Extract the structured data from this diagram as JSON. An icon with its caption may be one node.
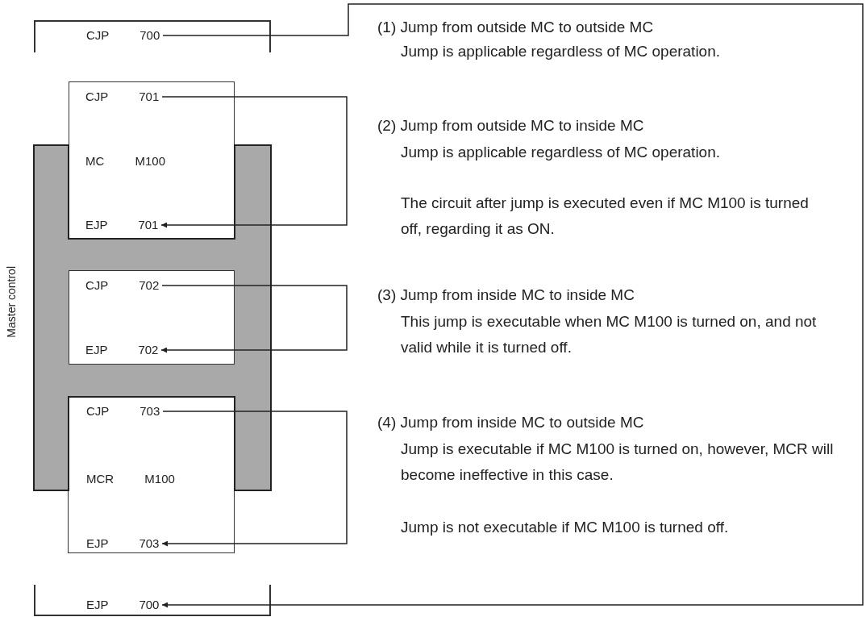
{
  "diagram": {
    "nodes": [
      {
        "text": [],
        "shape": "bracket"
      },
      {
        "text": [
          "CJP 700"
        ],
        "in": 0
      },
      {
        "text": [],
        "shape": "box"
      },
      {
        "text": [
          "CJP 701"
        ],
        "in": 2
      },
      {
        "text": [
          "Master control"
        ]
      },
      {
        "text": [
          "MC M100"
        ],
        "in": 2
      },
      {
        "text": [
          "EJP 701"
        ],
        "in": 2
      },
      {
        "text": [],
        "shape": "box",
        "in": 4
      },
      {
        "text": [
          "CJP 702"
        ],
        "in": 7
      },
      {
        "text": [
          "EJP 702"
        ],
        "in": 7
      },
      {
        "text": [],
        "shape": "box"
      },
      {
        "text": [
          "CJP 703"
        ],
        "in": 10
      },
      {
        "text": [
          "MCR M100"
        ],
        "in": 10
      },
      {
        "text": [
          "EJP 703"
        ],
        "in": 10
      },
      {
        "text": [],
        "shape": "bracket"
      },
      {
        "text": [
          "EJP 700"
        ],
        "in": 14
      },
      {
        "text": [
          "(1) Jump from outside MC to outside MC",
          "Jump is applicable regardless of MC operation.",
          "(2) Jump from outside MC to inside MC",
          "Jump is applicable regardless of MC operation.",
          "The circuit after jump is executed even if MC M100 is turned off, regarding it as ON.",
          "(3) Jump from inside MC to inside MC",
          "This jump is executable when MC M100 is turned on, and not valid while it is turned off.",
          "(4) Jump from inside MC to outside MC",
          "Jump is executable if MC M100 is turned on, however, MCR will become ineffective in this case.",
          "Jump is not executable if MC M100 is turned off."
        ]
      }
    ],
    "edges": [
      {
        "from": 1,
        "to": 15,
        "arrow": "to"
      },
      {
        "from": 3,
        "to": 6,
        "arrow": "to"
      },
      {
        "from": 8,
        "to": 9,
        "arrow": "to"
      },
      {
        "from": 11,
        "to": 13,
        "arrow": "to"
      }
    ]
  }
}
